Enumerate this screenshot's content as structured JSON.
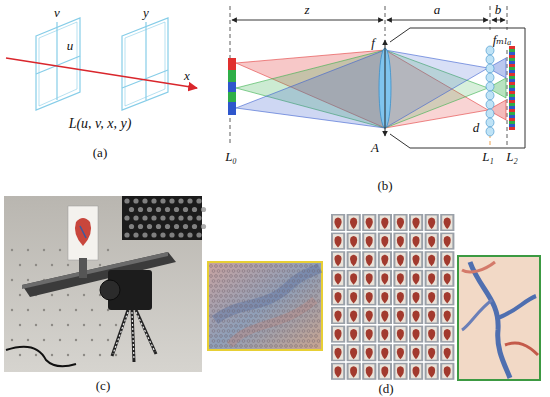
{
  "diagram": {
    "labels": [
      "v",
      "u",
      "y",
      "x",
      "L(u, v, x, y)",
      "(a)",
      "z",
      "a",
      "b",
      "f",
      "fₘₗₐ",
      "A",
      "d",
      "L₀",
      "L₁",
      "L₂",
      "(b)",
      "(c)",
      "(d)"
    ]
  }
}
